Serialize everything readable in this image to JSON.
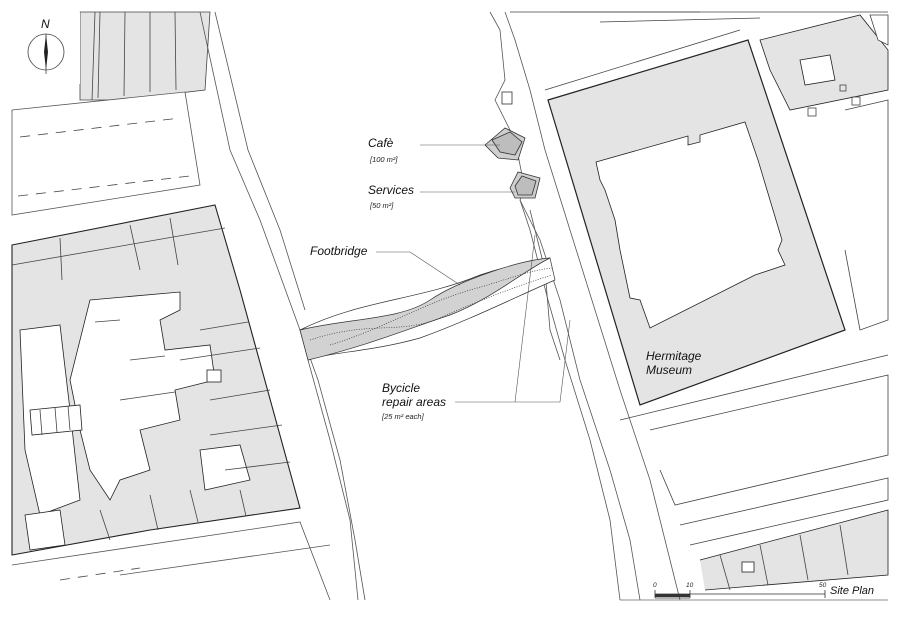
{
  "north": {
    "label": "N"
  },
  "labels": {
    "cafe": {
      "name": "Cafè",
      "area": "[100 m²]"
    },
    "services": {
      "name": "Services",
      "area": "[50 m²]"
    },
    "footbridge": {
      "name": "Footbridge"
    },
    "bicycle": {
      "name_line1": "Bycicle",
      "name_line2": "repair areas",
      "area": "[25 m² each]"
    },
    "museum": {
      "name_line1": "Hermitage",
      "name_line2": "Museum"
    }
  },
  "scale_bar": {
    "ticks": [
      "0",
      "10",
      "50"
    ],
    "title": "Site Plan"
  },
  "colors": {
    "building": "#e4e4e4",
    "line": "#333333",
    "paper": "#ffffff"
  }
}
